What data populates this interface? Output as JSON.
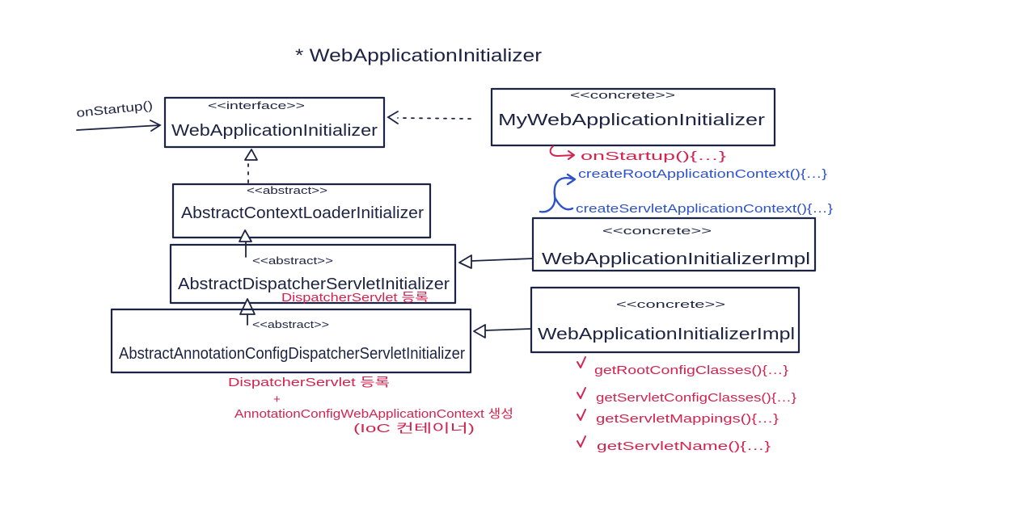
{
  "title": "* WebApplicationInitializer",
  "colors": {
    "ink": "#1d2342",
    "red": "#d4234f",
    "blue": "#2e52cc",
    "background": "#ffffff"
  },
  "entry_call": "onStartup()",
  "classes": {
    "web_application_initializer": {
      "stereotype": "<<interface>>",
      "name": "WebApplicationInitializer"
    },
    "my_web_application_initializer": {
      "stereotype": "<<concrete>>",
      "name": "MyWebApplicationInitializer"
    },
    "abstract_context_loader_initializer": {
      "stereotype": "<<abstract>>",
      "name": "AbstractContextLoaderInitializer"
    },
    "abstract_dispatcher_servlet_initializer": {
      "stereotype": "<<abstract>>",
      "name": "AbstractDispatcherServletInitializer"
    },
    "web_application_initializer_impl_1": {
      "stereotype": "<<concrete>>",
      "name": "WebApplicationInitializerImpl"
    },
    "abstract_annotation_config_dispatcher_servlet_initializer": {
      "stereotype": "<<abstract>>",
      "name": "AbstractAnnotationConfigDispatcherServletInitializer"
    },
    "web_application_initializer_impl_2": {
      "stereotype": "<<concrete>>",
      "name": "WebApplicationInitializerImpl"
    }
  },
  "notes": {
    "my_initializer_method": "onStartup(){…}",
    "template_methods": [
      "createRootApplicationContext(){…}",
      "createServletApplicationContext(){…}"
    ],
    "dispatcher_note": "DispatcherServlet 등록",
    "annotation_notes": {
      "line1": "DispatcherServlet 등록",
      "plus": "+",
      "line2": "AnnotationConfigWebApplicationContext 생성",
      "line3": "(IoC 컨테이너)"
    },
    "config_methods": [
      "getRootConfigClasses(){…}",
      "getServletConfigClasses(){…}",
      "getServletMappings(){…}",
      "getServletName(){…}"
    ]
  },
  "icons": {
    "title_marker": "asterisk",
    "hook_arrow": "hook-arrow-icon",
    "brace_arrows": "brace-arrow-icon",
    "check": "check-icon"
  }
}
